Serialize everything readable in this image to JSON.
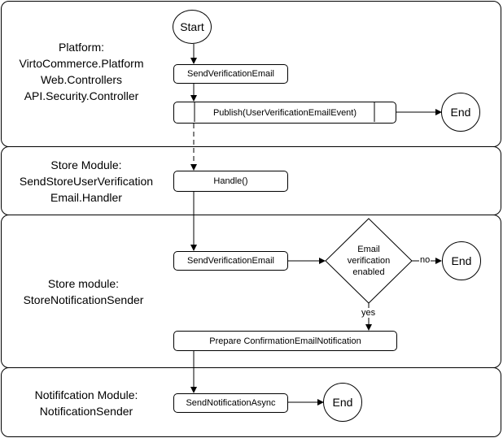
{
  "lanes": [
    {
      "label_lines": [
        "Platform:",
        "VirtoCommerce.Platform",
        "Web.Controllers",
        "API.Security.Controller"
      ]
    },
    {
      "label_lines": [
        "Store Module:",
        "SendStoreUserVerification",
        "Email.Handler"
      ]
    },
    {
      "label_lines": [
        "Store module:",
        "StoreNotificationSender"
      ]
    },
    {
      "label_lines": [
        "Notififcation Module:",
        "NotificationSender"
      ]
    }
  ],
  "nodes": {
    "start": "Start",
    "send_verification_email_1": "SendVerificationEmail",
    "publish": "Publish(UserVerificationEmailEvent)",
    "end_1": "End",
    "handle": "Handle()",
    "send_verification_email_2": "SendVerificationEmail",
    "decision_lines": [
      "Email",
      "verification",
      "enabled"
    ],
    "end_2": "End",
    "prepare": "Prepare ConfirmationEmailNotification",
    "send_notification_async": "SendNotificationAsync",
    "end_3": "End"
  },
  "edge_labels": {
    "no": "no",
    "yes": "yes"
  }
}
